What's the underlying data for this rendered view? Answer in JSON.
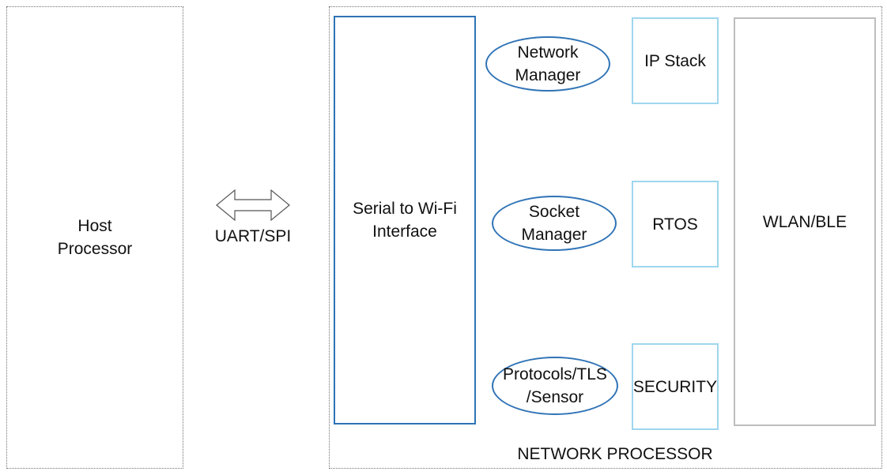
{
  "host": {
    "label": "Host\nProcessor"
  },
  "link": {
    "label": "UART/SPI"
  },
  "network_processor": {
    "label": "NETWORK PROCESSOR",
    "serial_interface": "Serial to Wi-Fi\nInterface",
    "managers": [
      "Network\nManager",
      "Socket\nManager",
      "Protocols/TLS\n/Sensor"
    ],
    "stack_blocks": [
      "IP Stack",
      "RTOS",
      "SECURITY"
    ],
    "radio": "WLAN/BLE"
  },
  "colors": {
    "dark_blue": "#2f73b6",
    "light_blue": "#9fd6ee",
    "grey": "#bdbdbd",
    "dotted_border": "#6f6f6f"
  }
}
